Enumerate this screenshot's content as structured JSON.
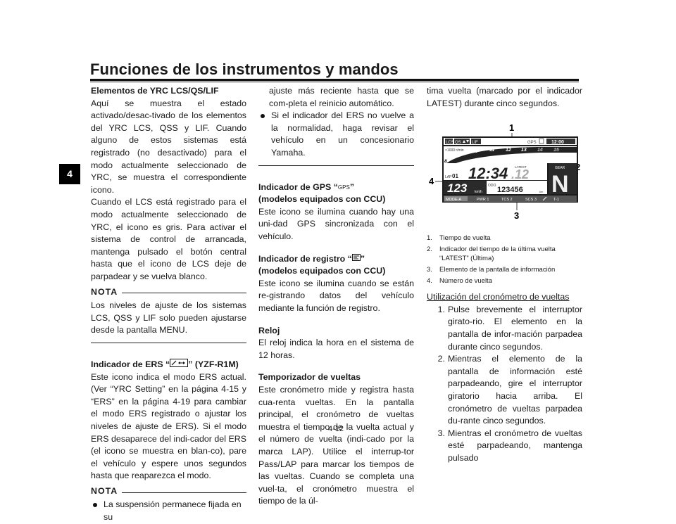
{
  "header": {
    "title": "Funciones de los instrumentos y mandos",
    "chapter_tab": "4"
  },
  "page_number": "4-12",
  "col1": {
    "h1": "Elementos de YRC LCS/QS/LIF",
    "p1": "Aquí se muestra el estado activado/desac-tivado de los elementos del YRC LCS, QSS y LIF. Cuando alguno de estos sistemas está registrado (no desactivado) para el modo actualmente seleccionado de YRC, se muestra el correspondiente icono.",
    "p2": "Cuando el LCS está registrado para el modo actualmente seleccionado de YRC, el icono es gris. Para activar el sistema de control de arrancada, mantenga pulsado el botón central hasta que el icono de LCS deje de parpadear y se vuelva blanco.",
    "nota1_label": "NOTA",
    "nota1_text": "Los niveles de ajuste de los sistemas LCS, QSS y LIF solo pueden ajustarse desde la pantalla MENU.",
    "h2_pre": "Indicador de ERS “",
    "h2_post": "” (YZF-R1M)",
    "p3": "Este icono indica el modo ERS actual. (Ver “YRC Setting” en la página 4-15 y “ERS” en la página 4-19 para cambiar el modo ERS registrado o ajustar los niveles de ajuste de ERS). Si el modo ERS desaparece del indi-cador del ERS (el icono se muestra en blan-co), pare el vehículo y espere unos segundos hasta que reaparezca el modo.",
    "nota2_label": "NOTA",
    "bullet1": "La suspensión permanece fijada en su"
  },
  "col2": {
    "bullet1_cont": "ajuste más reciente hasta que se com-pleta el reinicio automático.",
    "bullet2": "Si el indicador del ERS no vuelve a la normalidad, haga revisar el vehículo en un concesionario Yamaha.",
    "h_gps_pre": "Indicador de GPS “",
    "h_gps_icon": "GPS",
    "h_gps_post": "”",
    "h_gps_line2": "(modelos equipados con CCU)",
    "p_gps": "Este icono se ilumina cuando hay una uni-dad GPS sincronizada con el vehículo.",
    "h_log_pre": "Indicador de registro “",
    "h_log_post": "”",
    "h_log_line2": "(modelos equipados con CCU)",
    "p_log": "Este icono se ilumina cuando se están re-gistrando datos del vehículo mediante la función de registro.",
    "h_clock": "Reloj",
    "p_clock": "El reloj indica la hora en el sistema de 12 horas.",
    "h_lap": "Temporizador de vueltas",
    "p_lap": "Este cronómetro mide y registra hasta cua-renta vueltas. En la pantalla principal, el cronómetro de vueltas muestra el tiempo de la vuelta actual y el número de vuelta (indi-cado por la marca LAP). Utilice el interrup-tor Pass/LAP para marcar los tiempos de las vueltas. Cuando se completa una vuel-ta, el cronómetro muestra el tiempo de la úl-"
  },
  "col3": {
    "p_cont": "tima vuelta (marcado por el indicador LATEST) durante cinco segundos.",
    "figure": {
      "callouts": [
        "1",
        "2",
        "3",
        "4"
      ],
      "icons": [
        "LCS",
        "QS",
        "LIF"
      ],
      "gps_label": "GPS",
      "clock": "12:00",
      "rpm_label": "×1000 r/min",
      "rpm_ticks": [
        "8",
        "9",
        "10",
        "11",
        "12",
        "13",
        "14",
        "15"
      ],
      "lap_label": "LAP",
      "lap_number": "01",
      "lap_time_main": "12:34",
      "lap_time_dec": ".12",
      "latest_label": "LATEST",
      "gear_label": "GEAR",
      "gear_value": "N",
      "speed": "123",
      "speed_unit": "km/h",
      "odo_label": "ODO",
      "odo_value": "123456",
      "odo_unit": "km",
      "mode_label": "MODE-A",
      "status_items": [
        "PWR 1",
        "TCS 2",
        "SCS 3",
        "T-1"
      ]
    },
    "captions": [
      {
        "n": "1.",
        "t": "Tiempo de vuelta"
      },
      {
        "n": "2.",
        "t": "Indicador del tiempo de la última vuelta “LATEST” (Última)"
      },
      {
        "n": "3.",
        "t": "Elemento de la pantalla de información"
      },
      {
        "n": "4.",
        "t": "Número de vuelta"
      }
    ],
    "usage_heading": "Utilización del cronómetro de vueltas",
    "steps": [
      {
        "n": "1.",
        "t": "Pulse brevemente el interruptor girato-rio. El elemento en la pantalla de infor-mación parpadea durante cinco segundos."
      },
      {
        "n": "2.",
        "t": "Mientras el elemento de la pantalla de información esté parpadeando, gire el interruptor giratorio hacia arriba. El cronómetro de vueltas parpadea du-rante cinco segundos."
      },
      {
        "n": "3.",
        "t": "Mientras el cronómetro de vueltas esté parpadeando, mantenga pulsado"
      }
    ]
  },
  "colors": {
    "text": "#1a1a1a",
    "dash_bg": "#1c1c1c",
    "dash_lcd": "#ffffff",
    "gear_bg": "#2a2a2a",
    "rpm_red": "#d0d0d0"
  }
}
